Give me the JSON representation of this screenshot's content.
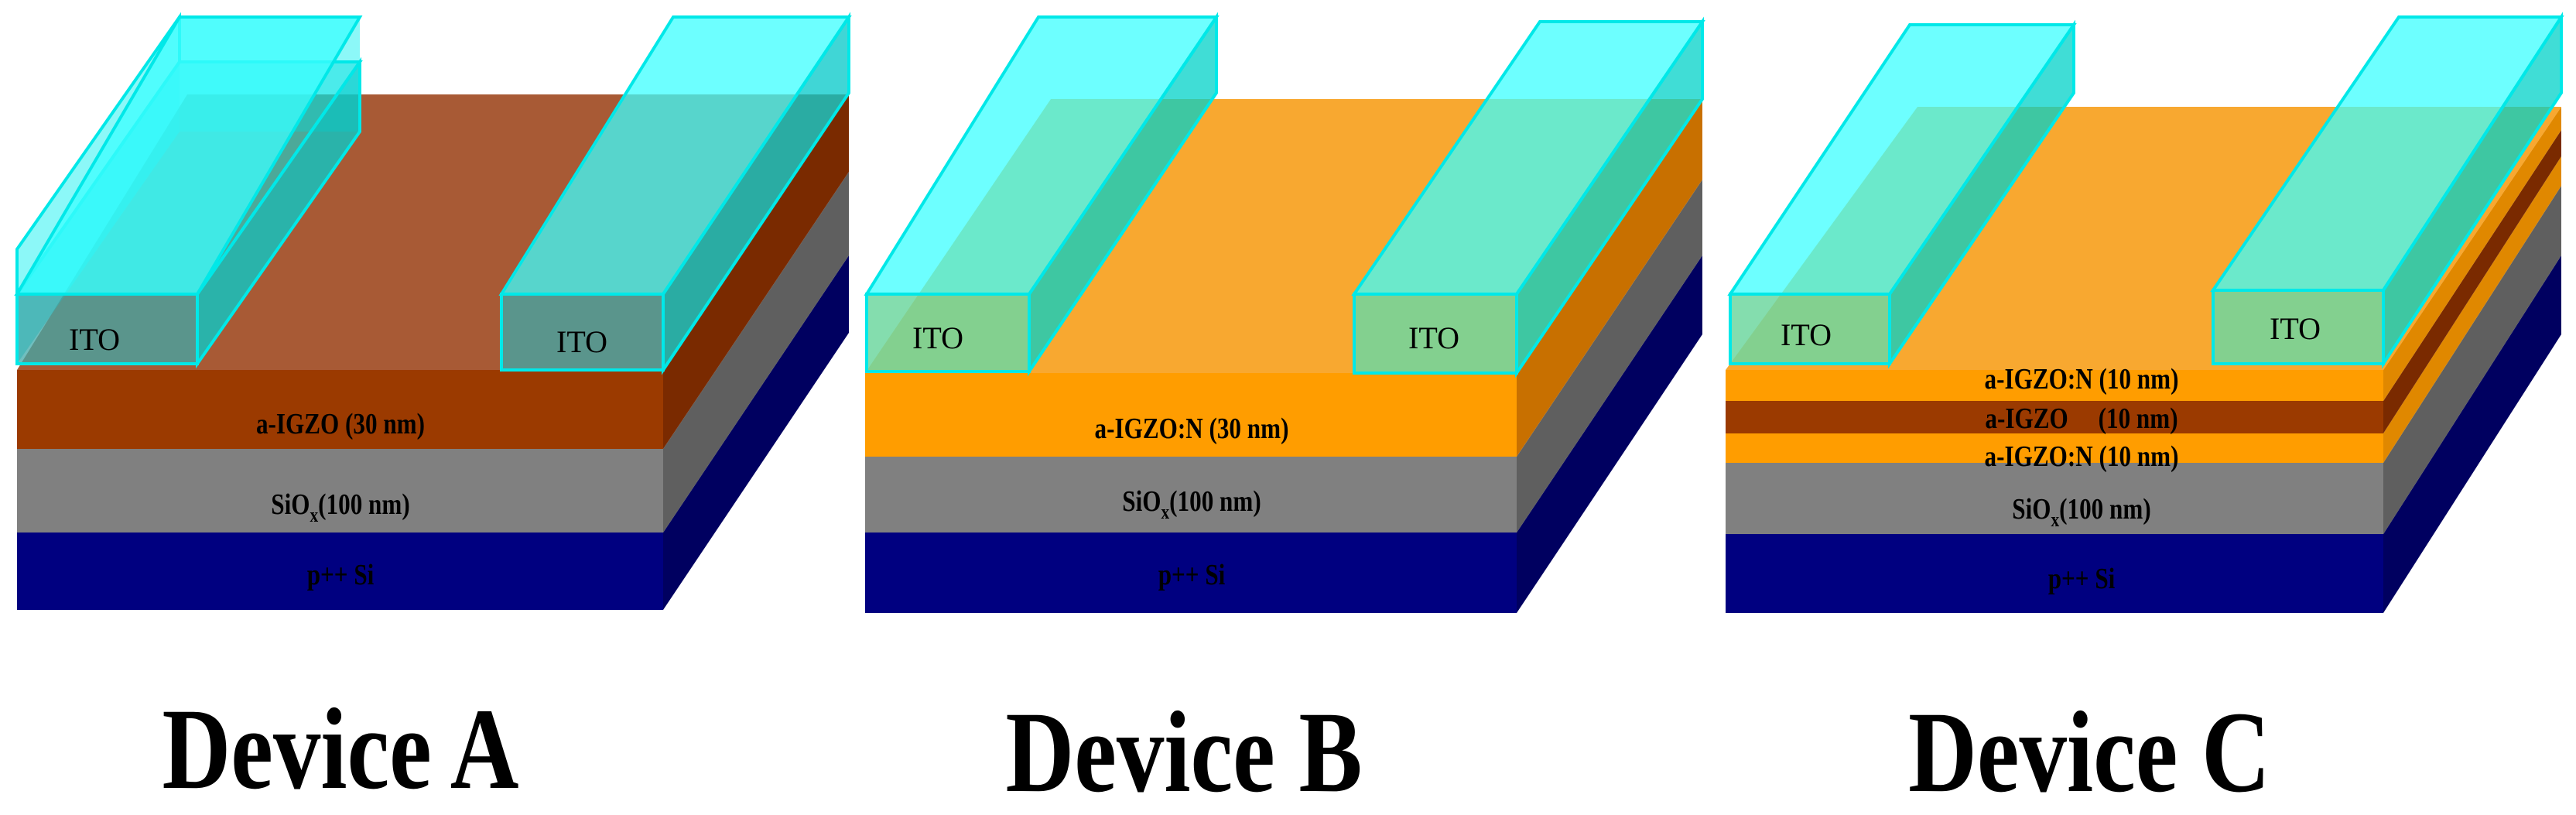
{
  "colors": {
    "ito": "#00ffff",
    "igzo": "#9b3a00",
    "igzo_n": "#ffa200",
    "siox": "#808080",
    "si": "#000080"
  },
  "ito_label": "ITO",
  "devices": [
    {
      "title": "Device A",
      "layers": [
        {
          "label": "a-IGZO (30 nm)",
          "material": "igzo"
        },
        {
          "label_main": "SiO",
          "label_sub": "x",
          "label_tail": "(100 nm)",
          "material": "siox"
        },
        {
          "label": "p++ Si",
          "material": "si"
        }
      ]
    },
    {
      "title": "Device B",
      "layers": [
        {
          "label": "a-IGZO:N (30 nm)",
          "material": "igzo_n"
        },
        {
          "label_main": "SiO",
          "label_sub": "x",
          "label_tail": "(100 nm)",
          "material": "siox"
        },
        {
          "label": "p++ Si",
          "material": "si"
        }
      ]
    },
    {
      "title": "Device C",
      "layers": [
        {
          "label": "a-IGZO:N (10 nm)",
          "material": "igzo_n"
        },
        {
          "label": "a-IGZO     (10 nm)",
          "material": "igzo"
        },
        {
          "label": "a-IGZO:N (10 nm)",
          "material": "igzo_n"
        },
        {
          "label_main": "SiO",
          "label_sub": "x",
          "label_tail": "(100 nm)",
          "material": "siox"
        },
        {
          "label": "p++ Si",
          "material": "si"
        }
      ]
    }
  ]
}
